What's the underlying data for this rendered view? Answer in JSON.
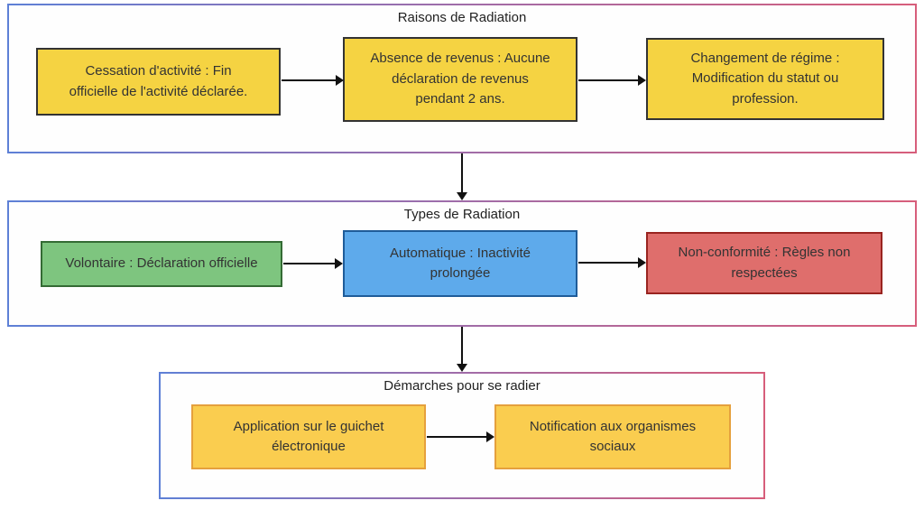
{
  "diagram": {
    "type": "flowchart",
    "sections": [
      {
        "title": "Raisons de Radiation",
        "nodes": [
          {
            "label": "Cessation d'activité : Fin\nofficielle de l'activité déclarée.",
            "fill": "#F5D342",
            "border": "#333333"
          },
          {
            "label": "Absence de revenus : Aucune\ndéclaration de revenus\npendant 2 ans.",
            "fill": "#F5D342",
            "border": "#333333"
          },
          {
            "label": "Changement de régime :\nModification du statut ou\nprofession.",
            "fill": "#F5D342",
            "border": "#333333"
          }
        ]
      },
      {
        "title": "Types de Radiation",
        "nodes": [
          {
            "label": "Volontaire : Déclaration officielle",
            "fill": "#7EC57F",
            "border": "#346B34"
          },
          {
            "label": "Automatique : Inactivité\nprolongée",
            "fill": "#5EAAEB",
            "border": "#1F5C99"
          },
          {
            "label": "Non-conformité : Règles non\nrespectées",
            "fill": "#DF6E6C",
            "border": "#992420"
          }
        ]
      },
      {
        "title": "Démarches pour se radier",
        "nodes": [
          {
            "label": "Application sur le guichet\nélectronique",
            "fill": "#FACD4F",
            "border": "#E5A03D"
          },
          {
            "label": "Notification aux organismes\nsociaux",
            "fill": "#FACD4F",
            "border": "#E5A03D"
          }
        ]
      }
    ],
    "colors": {
      "container_border_left": "#5E80D6",
      "container_border_right": "#D75E7B",
      "arrow": "#111111",
      "text": "#333333",
      "background": "#FFFFFF"
    }
  }
}
